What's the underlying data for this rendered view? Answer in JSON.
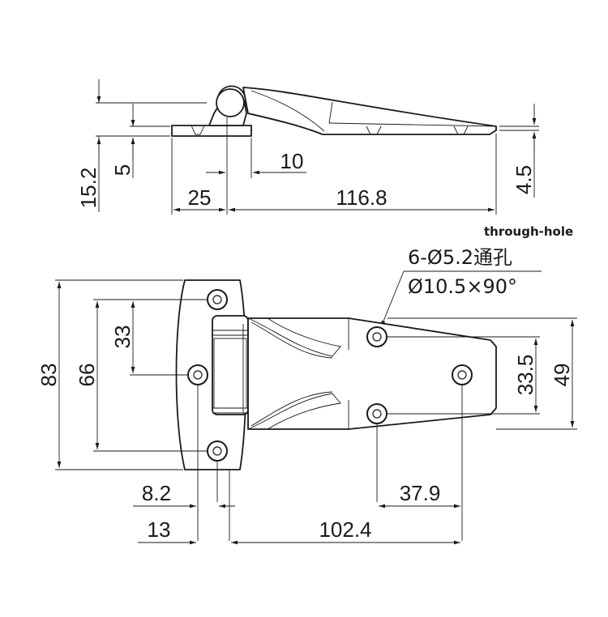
{
  "side_view": {
    "dim_height_total": "15.2",
    "dim_height_leaf": "5",
    "dim_offset": "10",
    "dim_width_left": "25",
    "dim_length": "116.8",
    "dim_tip": "4.5"
  },
  "top_view": {
    "dim_total_height": "83",
    "dim_hole_span": "66",
    "dim_hole_pitch": "33",
    "dim_right_span": "33.5",
    "dim_right_height": "49",
    "dim_left_edge": "8.2",
    "dim_right_hole": "37.9",
    "dim_left_offset": "13",
    "dim_total_length": "102.4"
  },
  "callout": {
    "label_en": "through-hole",
    "holes": "6-Ø5.2通孔",
    "countersink": "Ø10.5×90°"
  }
}
